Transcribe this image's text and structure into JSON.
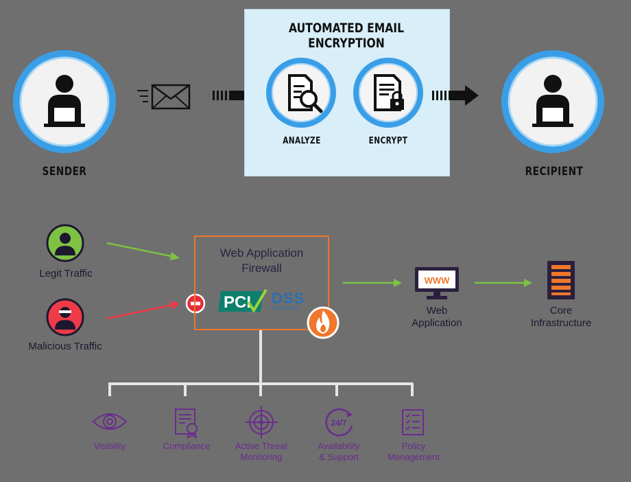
{
  "email_flow": {
    "title": "AUTOMATED EMAIL ENCRYPTION",
    "sender_label": "SENDER",
    "recipient_label": "RECIPIENT",
    "steps": [
      {
        "label": "ANALYZE",
        "icon": "document-search-icon"
      },
      {
        "label": "ENCRYPT",
        "icon": "document-lock-icon"
      }
    ]
  },
  "firewall": {
    "title_line1": "Web Application",
    "title_line2": "Firewall",
    "badges": {
      "pci": "PCI",
      "dss": "DSS",
      "dss_sub": "COMPLIANT"
    },
    "inputs": [
      {
        "label": "Legit Traffic",
        "color": "#7dc242"
      },
      {
        "label": "Malicious Traffic",
        "color": "#ee3b48"
      }
    ],
    "web_app": {
      "screen_text": "WWW",
      "label_line1": "Web",
      "label_line2": "Application"
    },
    "core": {
      "label_line1": "Core",
      "label_line2": "Infrastructure"
    },
    "features": [
      {
        "line1": "Visibility",
        "line2": "",
        "icon": "eye-icon"
      },
      {
        "line1": "Compliance",
        "line2": "",
        "icon": "certificate-icon"
      },
      {
        "line1": "Active Threat",
        "line2": "Monitoring",
        "icon": "crosshair-icon"
      },
      {
        "line1": "Availability",
        "line2": "& Support",
        "icon": "clock-24-7-icon",
        "glyph": "24/7"
      },
      {
        "line1": "Policy",
        "line2": "Management",
        "icon": "checklist-icon"
      }
    ]
  },
  "colors": {
    "background": "#6f6f6f",
    "ring": "#3a9ee6",
    "firewall_border": "#f0772b",
    "legit_arrow": "#7dc242",
    "malicious_arrow": "#ee3b48",
    "feature_purple": "#6b2b8e",
    "pci_teal": "#0e7f6d",
    "dss_blue": "#2b6fb3"
  }
}
